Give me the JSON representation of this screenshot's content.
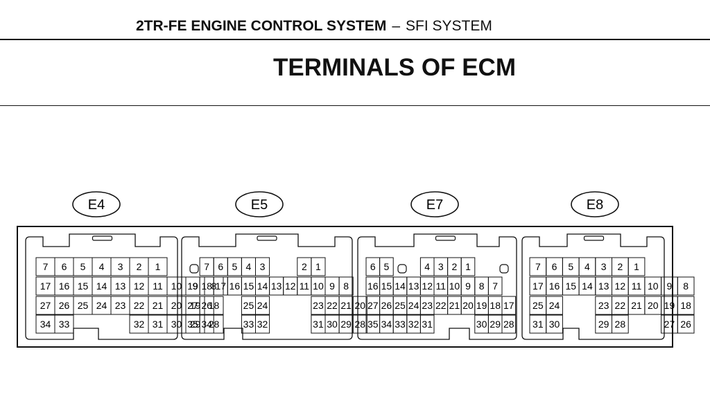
{
  "header": {
    "engine_system": "2TR-FE ENGINE CONTROL SYSTEM",
    "separator": "–",
    "subsystem": "SFI SYSTEM"
  },
  "title": "TERMINALS OF ECM",
  "connectors": [
    {
      "label": "E4",
      "rows": [
        [
          "7",
          "6",
          "5",
          "4",
          "3",
          "2",
          "1"
        ],
        [
          "17",
          "16",
          "15",
          "14",
          "13",
          "12",
          "11",
          "10",
          "9",
          "8"
        ],
        [
          "27",
          "26",
          "25",
          "24",
          "23",
          "22",
          "21",
          "20",
          "19",
          "18"
        ],
        [
          "34",
          "33",
          "",
          "",
          "",
          "32",
          "31",
          "30",
          "29",
          "28"
        ]
      ]
    },
    {
      "label": "E5",
      "rows": [
        [
          "",
          "7",
          "6",
          "5",
          "4",
          "3",
          "",
          "",
          "2",
          "1"
        ],
        [
          "19",
          "18",
          "17",
          "16",
          "15",
          "14",
          "13",
          "12",
          "11",
          "10",
          "9",
          "8"
        ],
        [
          "27",
          "26",
          "",
          "",
          "25",
          "24",
          "",
          "",
          "",
          "23",
          "22",
          "21",
          "20"
        ],
        [
          "35",
          "34",
          "",
          "",
          "33",
          "32",
          "",
          "",
          "",
          "31",
          "30",
          "29",
          "28"
        ]
      ]
    },
    {
      "label": "E7",
      "rows": [
        [
          "6",
          "5",
          "",
          "",
          "4",
          "3",
          "2",
          "1"
        ],
        [
          "16",
          "15",
          "14",
          "13",
          "12",
          "11",
          "10",
          "9",
          "8",
          "7"
        ],
        [
          "27",
          "26",
          "25",
          "24",
          "23",
          "22",
          "21",
          "20",
          "19",
          "18",
          "17"
        ],
        [
          "35",
          "34",
          "33",
          "32",
          "31",
          "",
          "",
          "",
          "30",
          "29",
          "28"
        ]
      ]
    },
    {
      "label": "E8",
      "rows": [
        [
          "7",
          "6",
          "5",
          "4",
          "3",
          "2",
          "1"
        ],
        [
          "17",
          "16",
          "15",
          "14",
          "13",
          "12",
          "11",
          "10",
          "9",
          "8"
        ],
        [
          "25",
          "24",
          "",
          "",
          "23",
          "22",
          "21",
          "20",
          "19",
          "18"
        ],
        [
          "31",
          "30",
          "",
          "",
          "29",
          "28",
          "",
          "",
          "27",
          "26"
        ]
      ]
    }
  ],
  "colors": {
    "line": "#111111",
    "background": "#ffffff"
  }
}
